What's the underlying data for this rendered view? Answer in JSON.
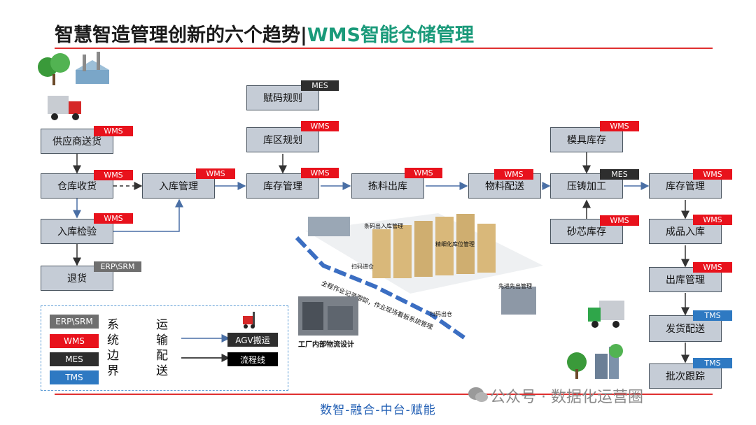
{
  "title": {
    "main": "智慧智造管理创新的六个趋势|",
    "accent": "WMS智能仓储管理"
  },
  "tag_colors": {
    "WMS": "#e8121c",
    "MES": "#2e2e2e",
    "ERP": "#6f6f6f",
    "TMS": "#2e79c2"
  },
  "nodes": {
    "supplier": "供应商送货",
    "receiving": "仓库收货",
    "inspection": "入库检验",
    "returns": "退货",
    "inbound": "入库管理",
    "coding": "赋码规则",
    "zoning": "库区规划",
    "inventory": "库存管理",
    "picking": "拣料出库",
    "delivery": "物料配送",
    "mold": "模具库存",
    "casting": "压铸加工",
    "sandcore": "砂芯库存",
    "inventory2": "库存管理",
    "finished": "成品入库",
    "outbound": "出库管理",
    "shipping": "发货配送",
    "batch": "批次跟踪"
  },
  "tags": {
    "wms": "WMS",
    "mes": "MES",
    "erp": "ERP\\SRM",
    "tms": "TMS"
  },
  "legend": {
    "erp": "ERP\\SRM",
    "wms": "WMS",
    "mes": "MES",
    "tms": "TMS",
    "system_border": "系统边界",
    "transport": "运输配送",
    "agv": "AGV搬运",
    "line": "流程线"
  },
  "illustration": {
    "factory_caption": "工厂内部物流设计",
    "labels": [
      "条码出入库管理",
      "精细化库位管理",
      "扫码进仓",
      "先进先出管理",
      "扫码出仓",
      "全程作业记录跟踪，作业现场看板系统管理"
    ]
  },
  "watermark": "公众号 · 数据化运营圈",
  "footer": "数智-融合-中台-赋能"
}
